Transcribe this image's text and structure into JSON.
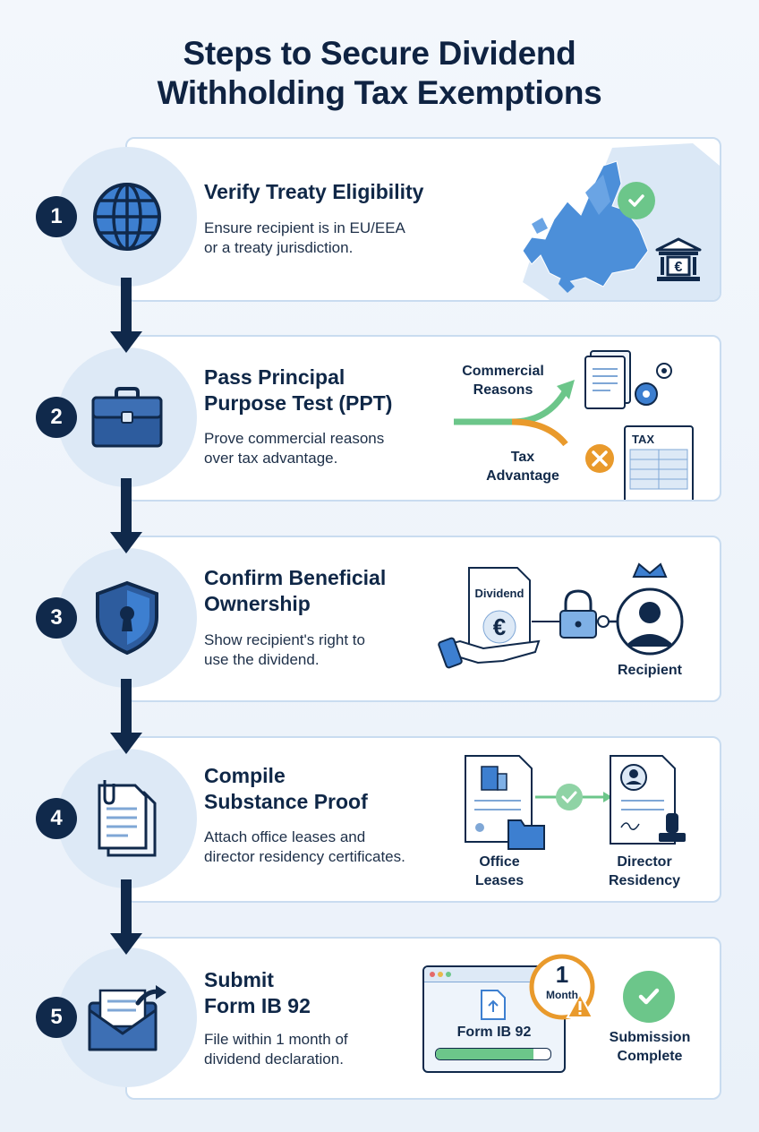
{
  "title": {
    "line1": "Steps to Secure Dividend",
    "line2": "Withholding Tax Exemptions"
  },
  "steps": [
    {
      "number": "1",
      "title_lines": [
        "Verify Treaty Eligibility"
      ],
      "desc_lines": [
        "Ensure recipient is in EU/EEA",
        "or a treaty jurisdiction."
      ],
      "icon": "globe-icon"
    },
    {
      "number": "2",
      "title_lines": [
        "Pass Principal",
        "Purpose Test (PPT)"
      ],
      "desc_lines": [
        "Prove commercial reasons",
        "over tax advantage."
      ],
      "icon": "briefcase-icon",
      "illustration": {
        "label_commercial_1": "Commercial",
        "label_commercial_2": "Reasons",
        "label_tax_1": "Tax",
        "label_tax_2": "Advantage",
        "tax_doc_label": "TAX"
      }
    },
    {
      "number": "3",
      "title_lines": [
        "Confirm Beneficial",
        "Ownership"
      ],
      "desc_lines": [
        "Show recipient's right to",
        "use the dividend."
      ],
      "icon": "shield-lock-icon",
      "illustration": {
        "doc_label": "Dividend",
        "currency": "€",
        "recipient_label": "Recipient"
      }
    },
    {
      "number": "4",
      "title_lines": [
        "Compile",
        "Substance Proof"
      ],
      "desc_lines": [
        "Attach office leases and",
        "director residency certificates."
      ],
      "icon": "documents-icon",
      "illustration": {
        "left_label_1": "Office",
        "left_label_2": "Leases",
        "right_label_1": "Director",
        "right_label_2": "Residency"
      }
    },
    {
      "number": "5",
      "title_lines": [
        "Submit",
        "Form IB 92"
      ],
      "desc_lines": [
        "File within 1 month of",
        "dividend declaration."
      ],
      "icon": "envelope-send-icon",
      "illustration": {
        "form_label": "Form IB 92",
        "timer_number": "1",
        "timer_unit": "Month",
        "progress": 0.85,
        "complete_label_1": "Submission",
        "complete_label_2": "Complete"
      }
    }
  ],
  "colors": {
    "navy": "#10294b",
    "blue": "#3d7fd0",
    "light_blue": "#dde9f6",
    "green": "#6cc68a",
    "orange": "#e99a2c"
  }
}
